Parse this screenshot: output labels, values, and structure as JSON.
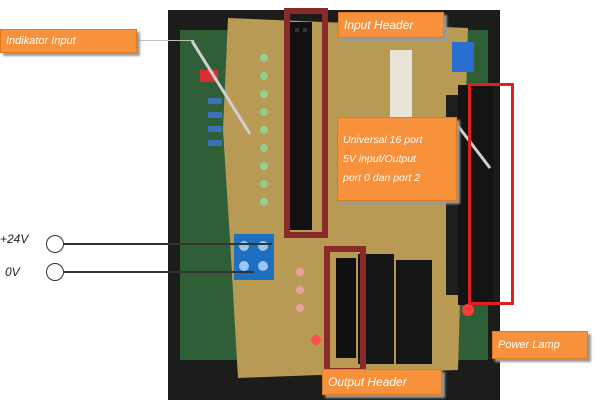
{
  "labels": {
    "indikator_input": "Indikator Input",
    "input_header": "Input Header",
    "output_header": "Output Header",
    "power_lamp": "Power Lamp",
    "universal_port": [
      "Universal 16 port",
      "5V input/Output",
      "port 0 dan port 2"
    ],
    "v24": "+24V",
    "v0": "0V"
  },
  "colors": {
    "callout_fill": "#f7913c",
    "highlight_red": "#e02020",
    "frame_darkred": "#8a2b2b",
    "board_green": "#2f5f36",
    "board_tan": "#b89a55",
    "terminal_blue": "#1f6fc0"
  }
}
